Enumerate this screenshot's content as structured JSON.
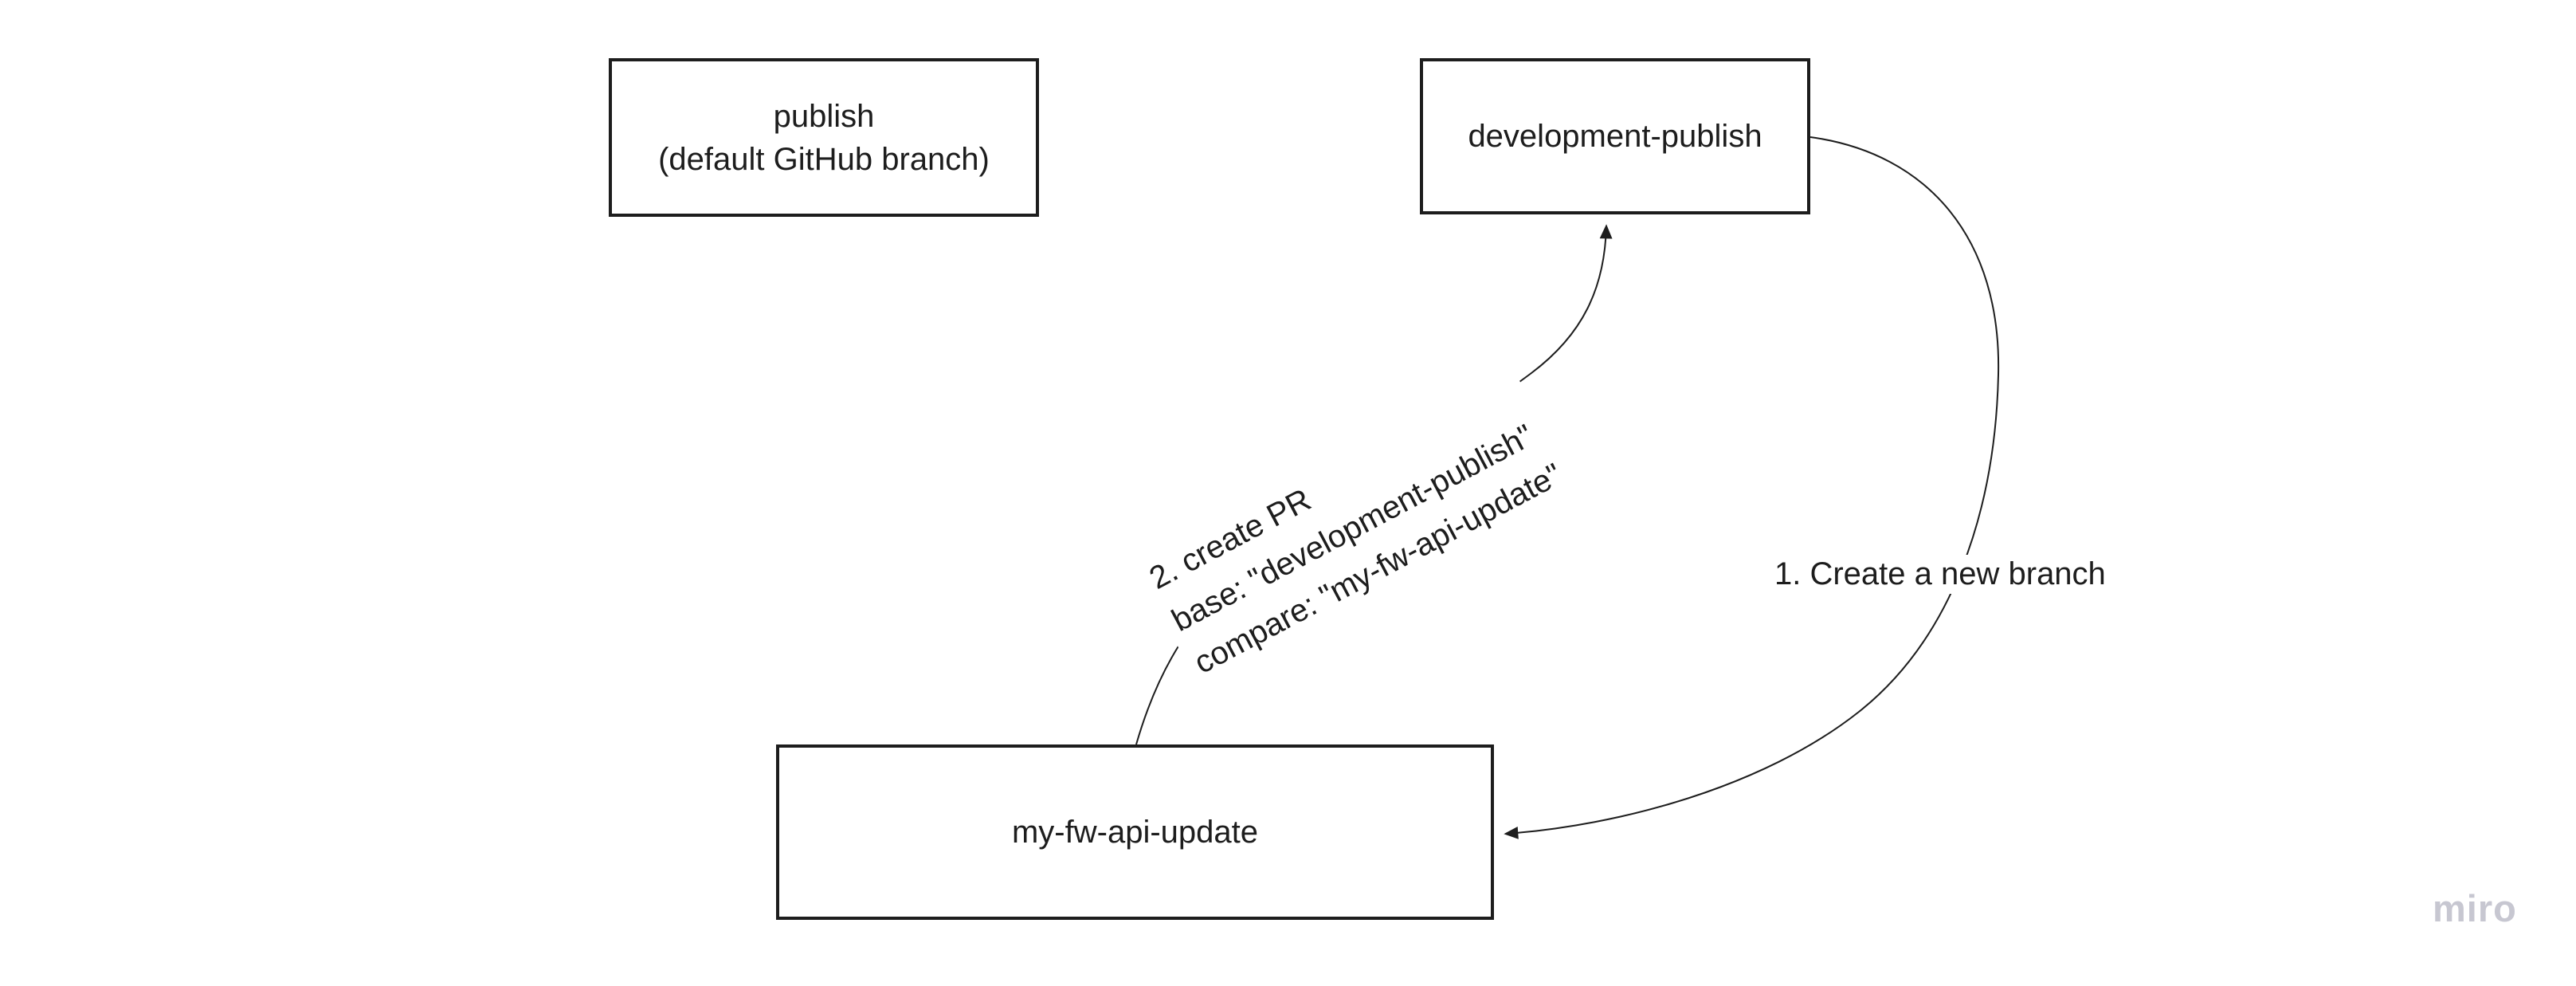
{
  "canvas": {
    "background": "#ffffff",
    "stroke_color": "#1d1d1d",
    "text_color": "#1d1d1d"
  },
  "nodes": [
    {
      "id": "publish",
      "lines": [
        "publish",
        "(default GitHub branch)"
      ]
    },
    {
      "id": "development-publish",
      "lines": [
        "development-publish"
      ]
    },
    {
      "id": "my-fw-api-update",
      "lines": [
        "my-fw-api-update"
      ]
    }
  ],
  "edges": [
    {
      "id": "create-branch",
      "label": "1. Create a new branch"
    },
    {
      "id": "create-pr",
      "lines": [
        "2. create PR",
        "base: \"development-publish\"",
        "compare: \"my-fw-api-update\""
      ]
    }
  ],
  "watermark": {
    "label": "miro",
    "color": "#c7c7d1"
  }
}
